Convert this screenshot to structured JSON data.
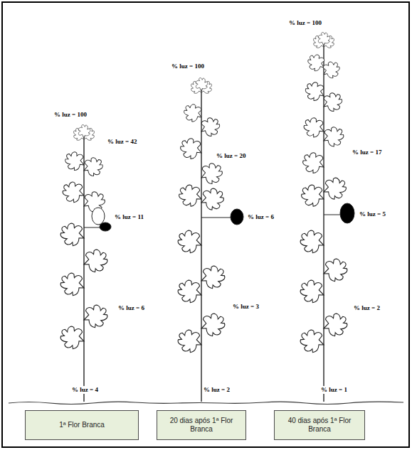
{
  "diagram": {
    "nodes": [
      {
        "text": [
          "1ª Flor Branca"
        ]
      },
      {
        "text": [
          "20 dias após 1ª Flor Branca"
        ]
      },
      {
        "text": [
          "40 dias após 1ª Flor Branca"
        ]
      }
    ],
    "labels": [
      "% luz = 100",
      "% luz = 42",
      "% luz = 11",
      "% luz = 6",
      "% luz = 4",
      "% luz = 100",
      "% luz = 20",
      "% luz = 6",
      "% luz = 3",
      "% luz = 2",
      "% luz = 100",
      "% luz = 17",
      "% luz = 5",
      "% luz = 2",
      "% luz = 1"
    ]
  }
}
